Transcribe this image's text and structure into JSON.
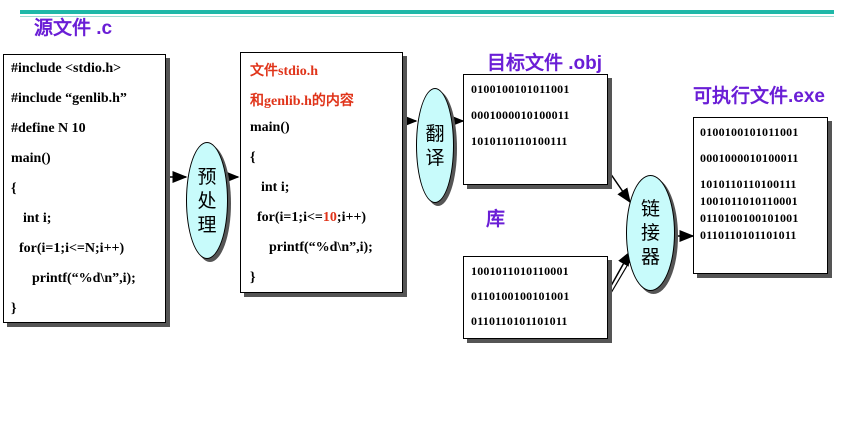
{
  "headings": {
    "source": "源文件 .c",
    "object": "目标文件 .obj",
    "library": "库",
    "executable": "可执行文件.exe"
  },
  "source_code": [
    "#include <stdio.h>",
    "#include “genlib.h”",
    "#define N 10",
    "main()",
    "{",
    "int i;",
    "for(i=1;i<=N;i++)",
    "printf(“%d\\n”,i);",
    "}"
  ],
  "expanded_code": {
    "note_line1": "文件stdio.h",
    "note_line2_prefix": "和",
    "note_line2_name": "genlib.h",
    "note_line2_suffix": "的内容",
    "lines": [
      "main()",
      "{",
      "int i;"
    ],
    "for_prefix": "for(i=1;i<=",
    "for_value": "10",
    "for_suffix": ";i++)",
    "tail_lines": [
      "printf(“%d\\n”,i);",
      "}"
    ]
  },
  "object_code": [
    "0100100101011001",
    "0001000010100011",
    "1010110110100111"
  ],
  "library_code": [
    "1001011010110001",
    "0110100100101001",
    "0110110101101011"
  ],
  "executable_code": [
    "0100100101011001",
    "0001000010100011",
    "1010110110100111",
    "1001011010110001",
    "0110100100101001",
    "0110110101101011"
  ],
  "steps": {
    "preprocess": [
      "预",
      "处",
      "理"
    ],
    "compile": [
      "翻",
      "译"
    ],
    "link": [
      "链",
      "接",
      "器"
    ]
  },
  "colors": {
    "accent_bar": "#1fb8a8",
    "heading": "#6a1ed6",
    "highlight": "#e0341a",
    "ellipse_fill": "#c8fbfb"
  }
}
